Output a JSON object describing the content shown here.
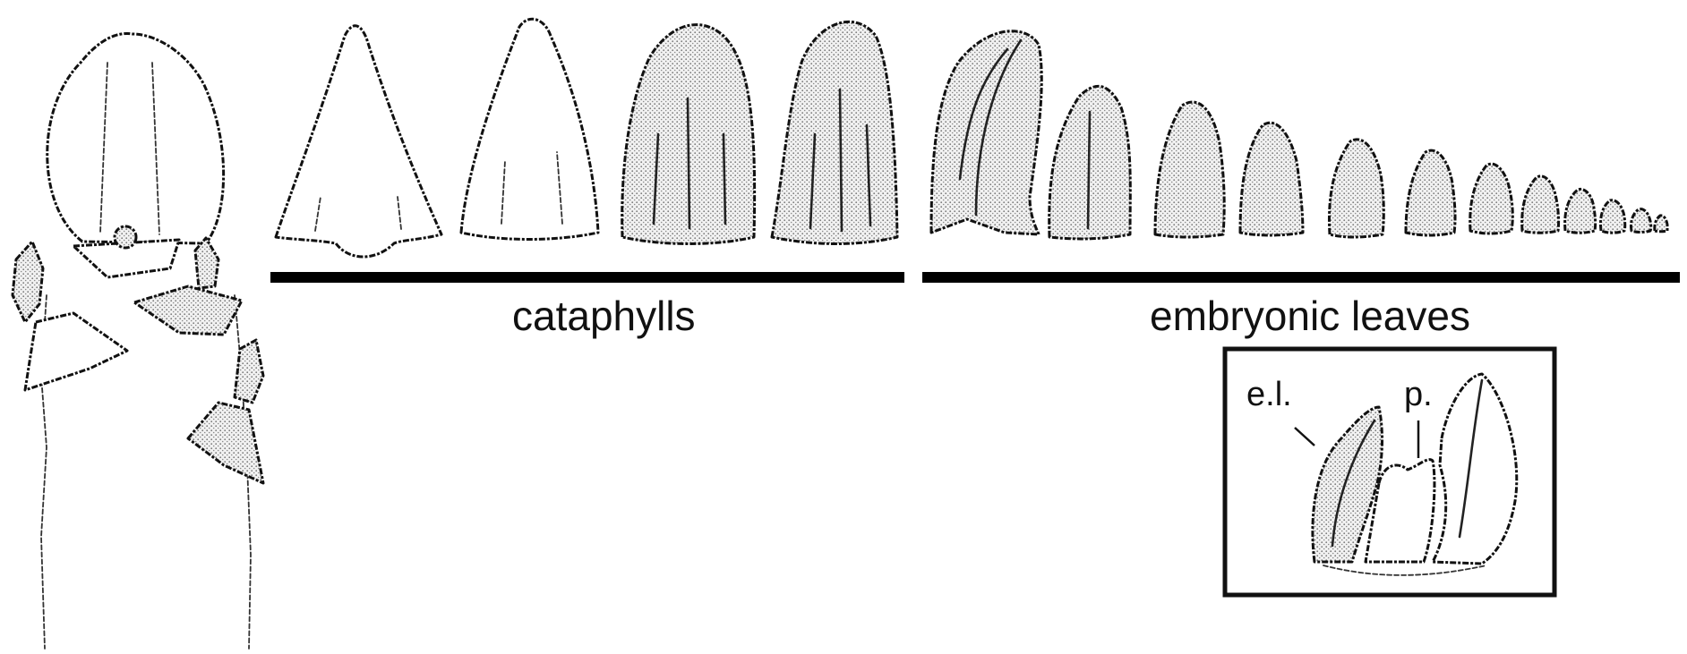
{
  "labels": {
    "cataphylls": "cataphylls",
    "embryonic_leaves": "embryonic leaves",
    "inset_el": "e.l.",
    "inset_p": "p."
  },
  "colors": {
    "ink": "#111111",
    "stipple": "#9a9a9a",
    "background": "#ffffff"
  },
  "counts": {
    "cataphylls": 4,
    "embryonic_leaves": 12
  }
}
